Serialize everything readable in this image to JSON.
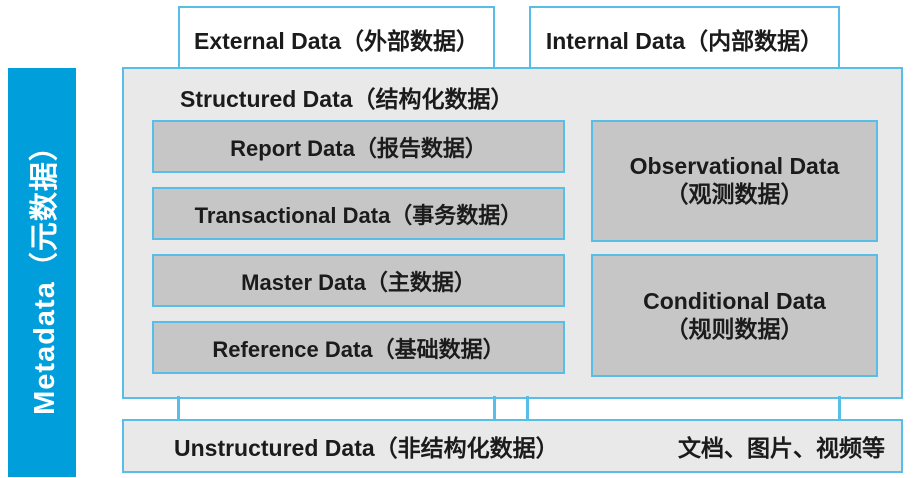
{
  "palette": {
    "sidebar_blue": "#009fdc",
    "border_blue": "#58bde7",
    "outer_gray": "#e9e9e9",
    "inner_gray": "#c6c6c6",
    "text": "#1b1b1b"
  },
  "sidebar": {
    "label": "Metadata（元数据）"
  },
  "top_boxes": {
    "external": {
      "label": "External Data（外部数据）"
    },
    "internal": {
      "label": "Internal Data（内部数据）"
    }
  },
  "structured": {
    "title": "Structured Data（结构化数据）",
    "left_items": [
      {
        "label": "Report Data（报告数据）"
      },
      {
        "label": "Transactional Data（事务数据）"
      },
      {
        "label": "Master Data（主数据）"
      },
      {
        "label": "Reference Data（基础数据）"
      }
    ],
    "right_items": [
      {
        "line1": "Observational Data",
        "line2": "（观测数据）"
      },
      {
        "line1": "Conditional Data",
        "line2": "（规则数据）"
      }
    ]
  },
  "unstructured": {
    "label": "Unstructured Data（非结构化数据）",
    "note": "文档、图片、视频等"
  }
}
